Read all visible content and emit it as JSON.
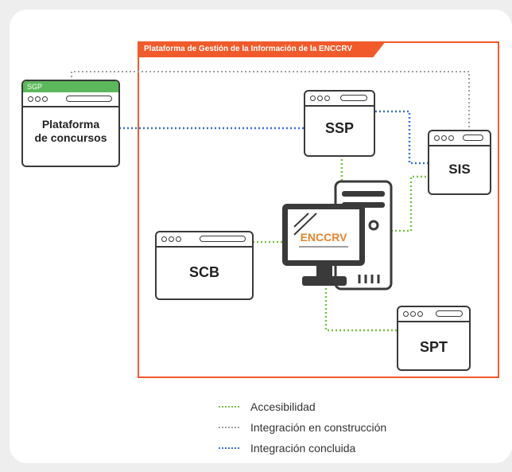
{
  "colors": {
    "frame": "#f15a2b",
    "sgp_tab": "#5cb85c",
    "accesibilidad": "#7ac143",
    "en_construccion": "#9e9e9e",
    "concluida": "#3b6fd4"
  },
  "platform": {
    "title": "Plataforma de Gestión de la Información de la ENCCRV"
  },
  "nodes": {
    "sgp": {
      "tab": "SGP",
      "line1": "Plataforma",
      "line2": "de concursos"
    },
    "ssp": {
      "label": "SSP"
    },
    "sis": {
      "label": "SIS"
    },
    "scb": {
      "label": "SCB"
    },
    "spt": {
      "label": "SPT"
    },
    "computer": {
      "logo": "ENCCRV",
      "icon": "desktop-computer-icon"
    }
  },
  "legend": [
    {
      "style": "accesibilidad",
      "label": "Accesibilidad"
    },
    {
      "style": "en_construccion",
      "label": "Integración en construcción"
    },
    {
      "style": "concluida",
      "label": "Integración concluida"
    }
  ]
}
